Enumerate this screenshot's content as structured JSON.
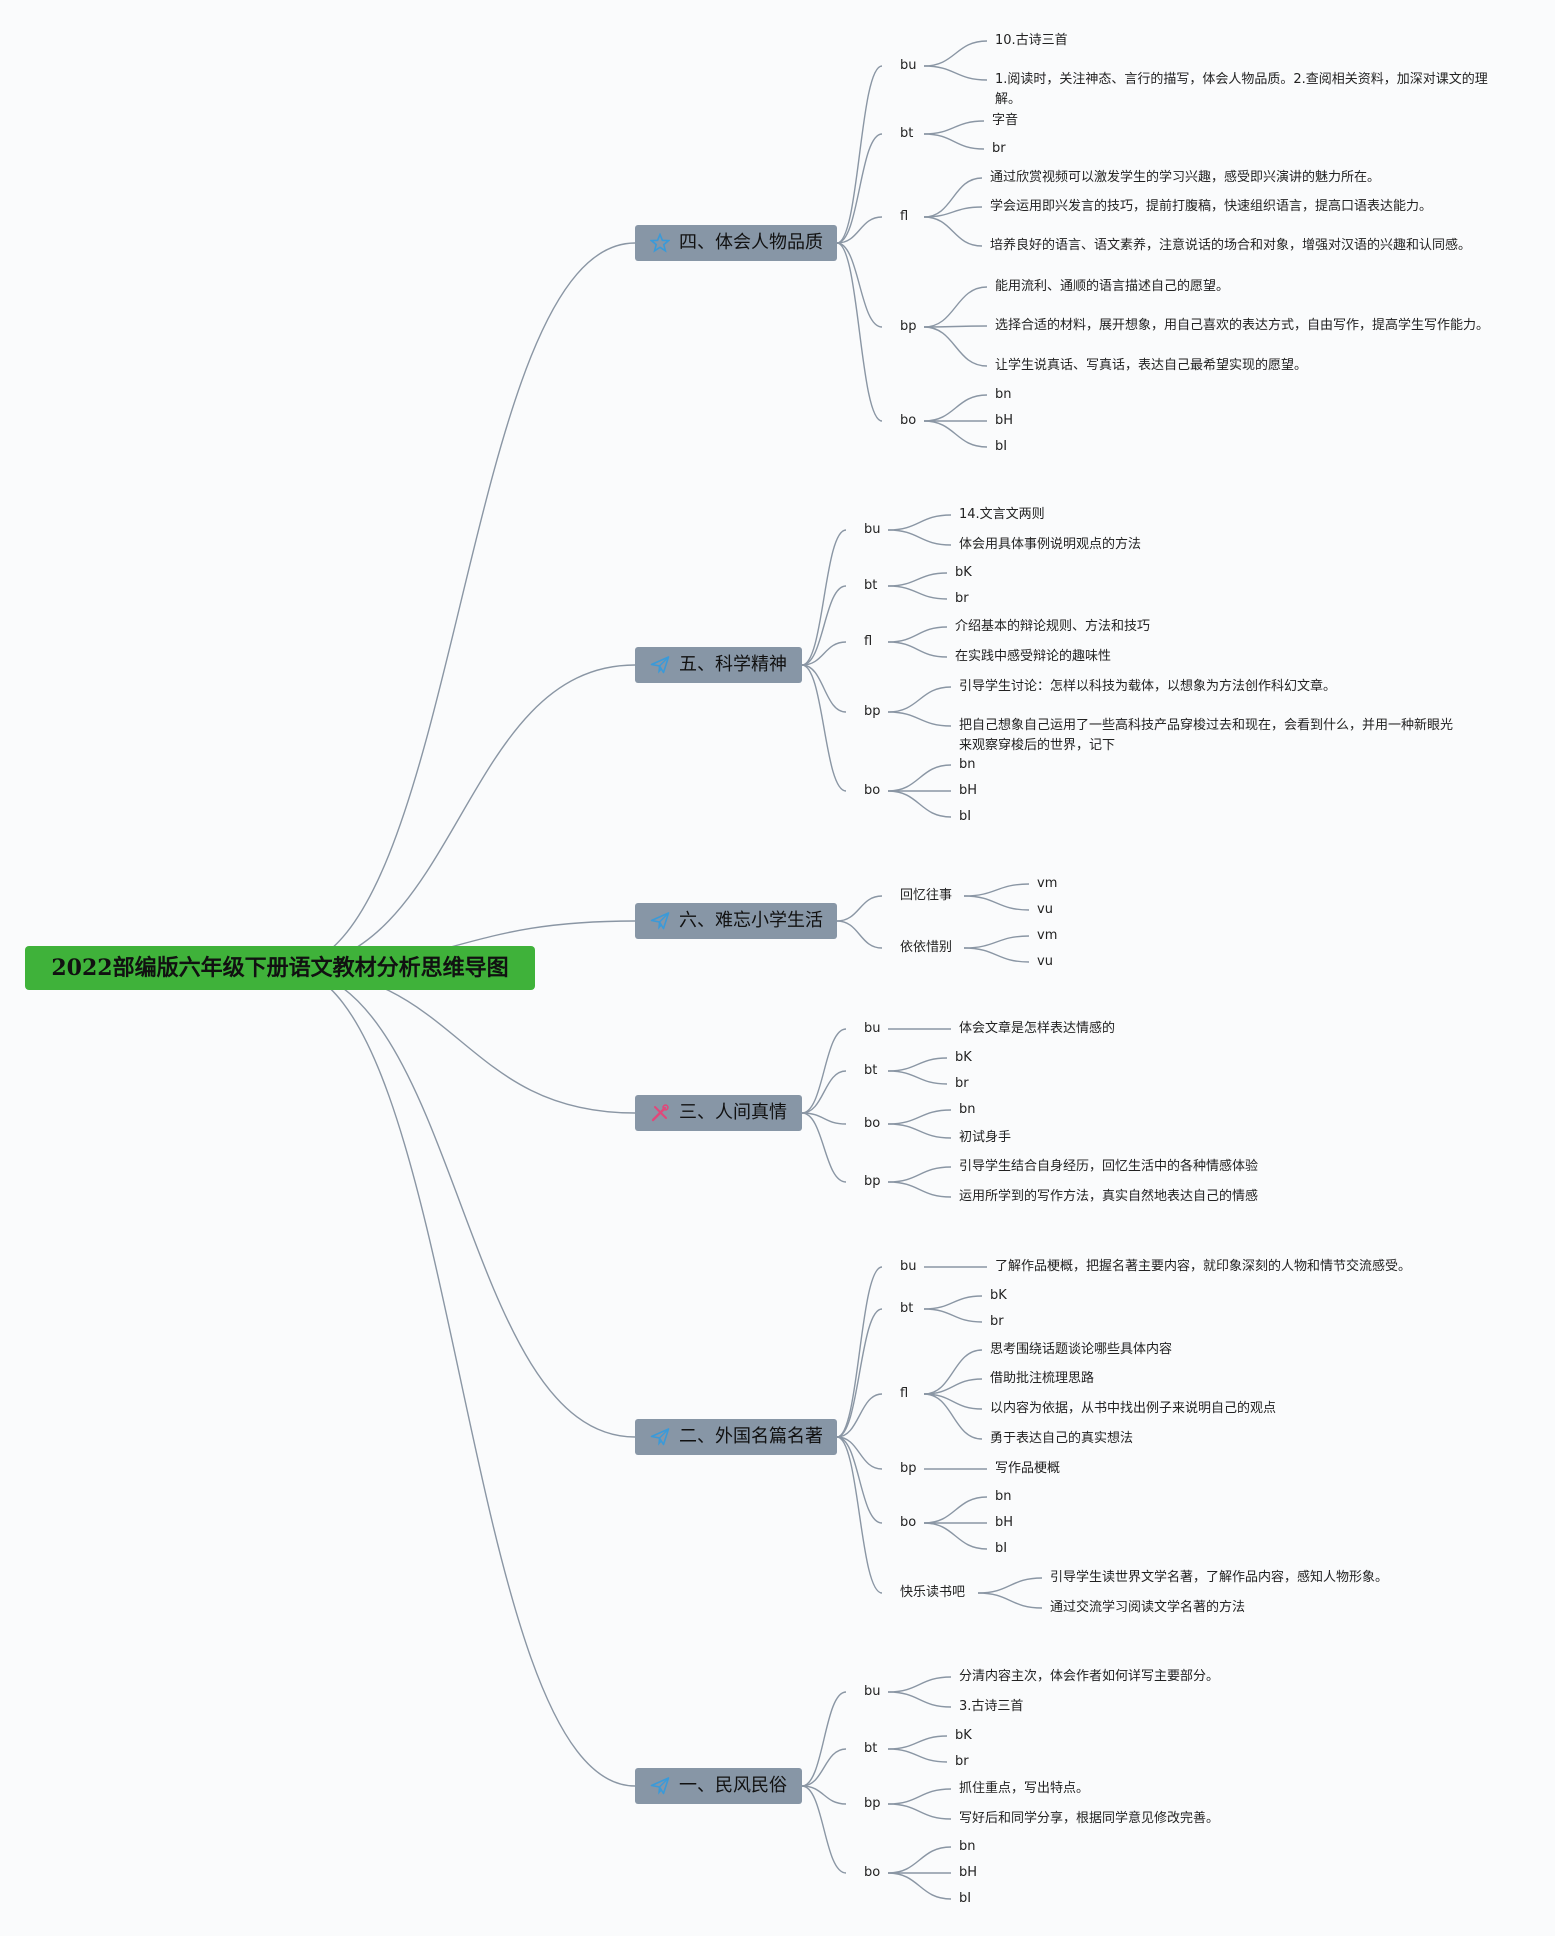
{
  "root": {
    "title": "2022部编版六年级下册语文教材分析思维导图"
  },
  "colors": {
    "root_fill": "#3fb23a",
    "branch_fill": "#8796a6",
    "link": "#8a96a4",
    "icon_blue": "#3a9ad9",
    "icon_pink": "#e0487a"
  },
  "branches": [
    {
      "label": "四、体会人物品质",
      "icon": "star-icon",
      "subs": [
        {
          "label": "bu",
          "leaves": [
            "10.古诗三首",
            "1.阅读时，关注神态、言行的描写，体会人物品质。2.查阅相关资料，加深对课文的理解。"
          ]
        },
        {
          "label": "bt",
          "leaves": [
            "字音",
            "br"
          ]
        },
        {
          "label": "fl",
          "leaves": [
            "通过欣赏视频可以激发学生的学习兴趣，感受即兴演讲的魅力所在。",
            "学会运用即兴发言的技巧，提前打腹稿，快速组织语言，提高口语表达能力。",
            "培养良好的语言、语文素养，注意说话的场合和对象，增强对汉语的兴趣和认同感。"
          ]
        },
        {
          "label": "bp",
          "leaves": [
            "能用流利、通顺的语言描述自己的愿望。",
            "选择合适的材料，展开想象，用自己喜欢的表达方式，自由写作，提高学生写作能力。",
            "让学生说真话、写真话，表达自己最希望实现的愿望。"
          ]
        },
        {
          "label": "bo",
          "leaves": [
            "bn",
            "bH",
            "bI"
          ]
        }
      ]
    },
    {
      "label": "五、科学精神",
      "icon": "paper-plane-icon",
      "subs": [
        {
          "label": "bu",
          "leaves": [
            "14.文言文两则",
            "体会用具体事例说明观点的方法"
          ]
        },
        {
          "label": "bt",
          "leaves": [
            "bK",
            "br"
          ]
        },
        {
          "label": "fl",
          "leaves": [
            "介绍基本的辩论规则、方法和技巧",
            "在实践中感受辩论的趣味性"
          ]
        },
        {
          "label": "bp",
          "leaves": [
            "引导学生讨论：怎样以科技为载体，以想象为方法创作科幻文章。",
            "把自己想象自己运用了一些高科技产品穿梭过去和现在，会看到什么，并用一种新眼光来观察穿梭后的世界，记下"
          ]
        },
        {
          "label": "bo",
          "leaves": [
            "bn",
            "bH",
            "bI"
          ]
        }
      ]
    },
    {
      "label": "六、难忘小学生活",
      "icon": "paper-plane-icon",
      "subs": [
        {
          "label": "回忆往事",
          "leaves": [
            "vm",
            "vu"
          ]
        },
        {
          "label": "依依惜别",
          "leaves": [
            "vm",
            "vu"
          ]
        }
      ]
    },
    {
      "label": "三、人间真情",
      "icon": "tools-icon",
      "subs": [
        {
          "label": "bu",
          "leaves": [
            "体会文章是怎样表达情感的"
          ]
        },
        {
          "label": "bt",
          "leaves": [
            "bK",
            "br"
          ]
        },
        {
          "label": "bo",
          "leaves": [
            "bn",
            "初试身手"
          ]
        },
        {
          "label": "bp",
          "leaves": [
            "引导学生结合自身经历，回忆生活中的各种情感体验",
            "运用所学到的写作方法，真实自然地表达自己的情感"
          ]
        }
      ]
    },
    {
      "label": "二、外国名篇名著",
      "icon": "paper-plane-icon",
      "subs": [
        {
          "label": "bu",
          "leaves": [
            "了解作品梗概，把握名著主要内容，就印象深刻的人物和情节交流感受。"
          ]
        },
        {
          "label": "bt",
          "leaves": [
            "bK",
            "br"
          ]
        },
        {
          "label": "fl",
          "leaves": [
            "思考围绕话题谈论哪些具体内容",
            "借助批注梳理思路",
            "以内容为依据，从书中找出例子来说明自己的观点",
            "勇于表达自己的真实想法"
          ]
        },
        {
          "label": "bp",
          "leaves": [
            "写作品梗概"
          ]
        },
        {
          "label": "bo",
          "leaves": [
            "bn",
            "bH",
            "bI"
          ]
        },
        {
          "label": "快乐读书吧",
          "leaves": [
            "引导学生读世界文学名著，了解作品内容，感知人物形象。",
            "通过交流学习阅读文学名著的方法"
          ]
        }
      ]
    },
    {
      "label": "一、民风民俗",
      "icon": "paper-plane-icon",
      "subs": [
        {
          "label": "bu",
          "leaves": [
            "分清内容主次，体会作者如何详写主要部分。",
            "3.古诗三首"
          ]
        },
        {
          "label": "bt",
          "leaves": [
            "bK",
            "br"
          ]
        },
        {
          "label": "bp",
          "leaves": [
            "抓住重点，写出特点。",
            "写好后和同学分享，根据同学意见修改完善。"
          ]
        },
        {
          "label": "bo",
          "leaves": [
            "bn",
            "bH",
            "bI"
          ]
        }
      ]
    }
  ]
}
